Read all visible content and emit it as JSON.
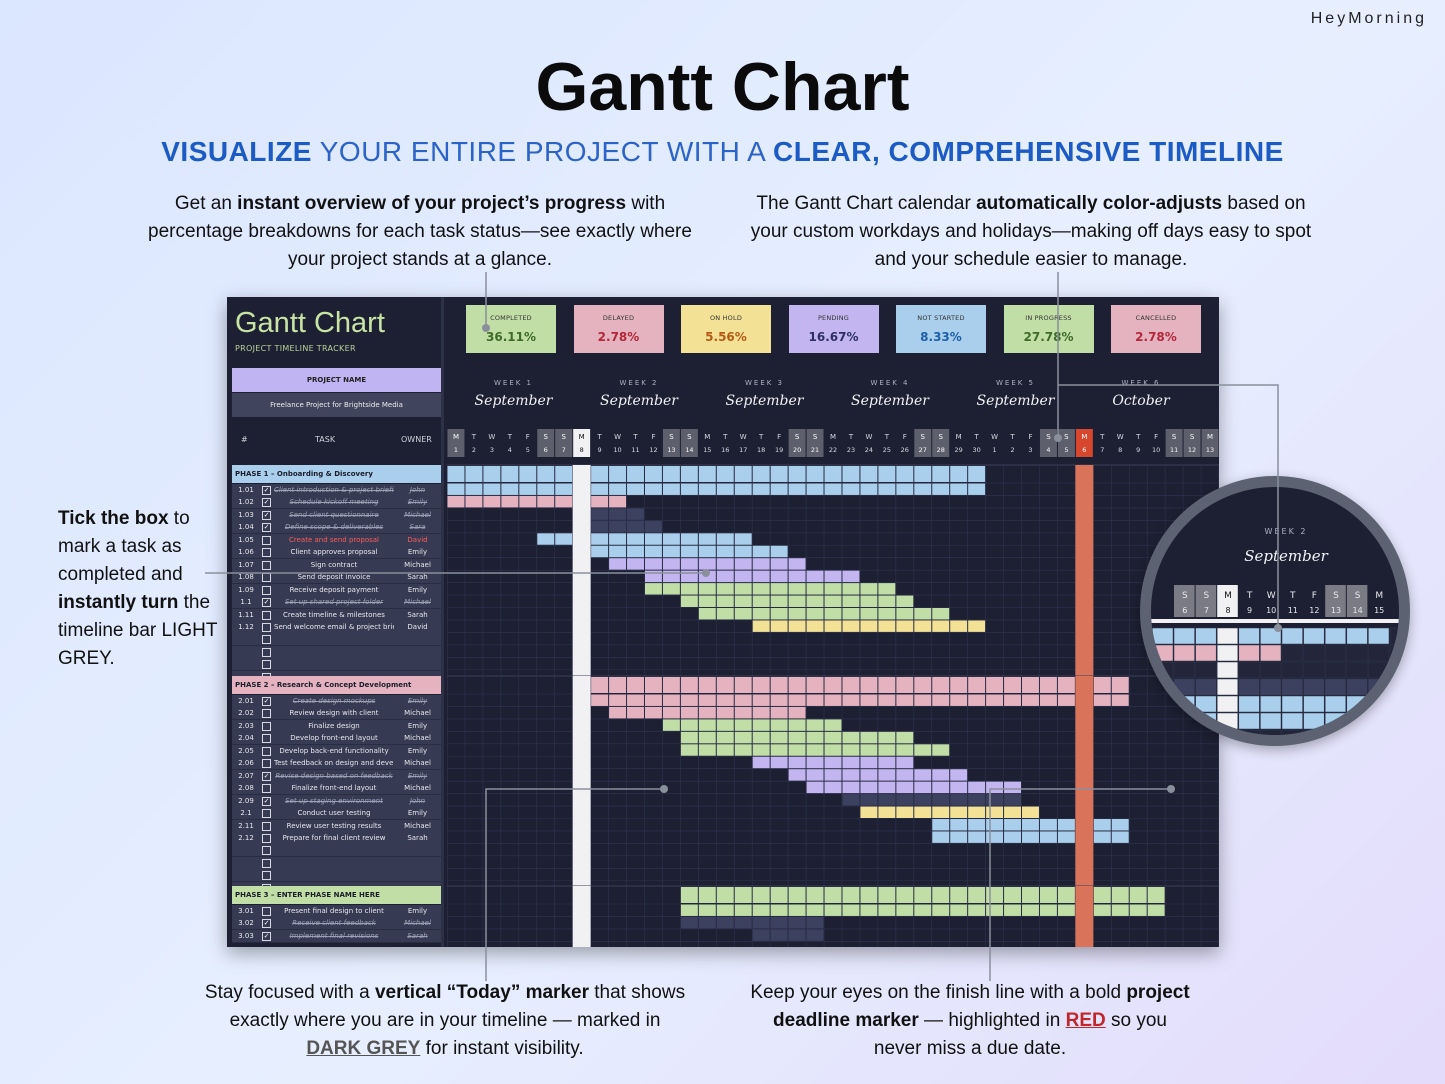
{
  "brand": "HeyMorning",
  "title": "Gantt Chart",
  "subtitle": {
    "b1": "VISUALIZE",
    "t1": " YOUR ENTIRE PROJECT WITH A ",
    "b2": "CLEAR, COMPREHENSIVE TIMELINE"
  },
  "notes": {
    "n1": {
      "a": "Get an ",
      "b": "instant overview of your project’s progress",
      "c": " with percentage breakdowns for each task status—see exactly where your project stands at a glance."
    },
    "n2": {
      "a": "The Gantt Chart calendar ",
      "b": "automatically color-adjusts",
      "c": " based on your custom workdays and holidays—making off days easy to spot and your schedule easier to manage."
    },
    "n3": {
      "a": "Tick the box",
      "b": " to mark a task as completed and ",
      "c": "instantly turn",
      "d": " the timeline bar LIGHT GREY."
    },
    "n4": {
      "a": "Stay focused with a ",
      "b": "vertical “Today” marker",
      "c": " that shows exactly where you are in your timeline — marked in ",
      "d": "DARK GREY",
      "e": " for instant visibility."
    },
    "n5": {
      "a": "Keep your eyes on the finish line with a bold ",
      "b": "project deadline marker",
      "c": " — highlighted in ",
      "d": "RED",
      "e": " so you never miss a due date."
    }
  },
  "sheet": {
    "title": "Gantt Chart",
    "subtitle": "PROJECT TIMELINE TRACKER",
    "project_label": "PROJECT NAME",
    "project_name": "Freelance Project for Brightside Media",
    "col_num": "#",
    "col_task": "TASK",
    "col_owner": "OWNER"
  },
  "statuses": [
    {
      "label": "COMPLETED",
      "value": "36.11%",
      "bg": "#c0dea5",
      "fg": "#3f6b2a"
    },
    {
      "label": "DELAYED",
      "value": "2.78%",
      "bg": "#e4b3bf",
      "fg": "#b2283a"
    },
    {
      "label": "ON HOLD",
      "value": "5.56%",
      "bg": "#f3e295",
      "fg": "#b55a16"
    },
    {
      "label": "PENDING",
      "value": "16.67%",
      "bg": "#c3b6f0",
      "fg": "#2d2f66"
    },
    {
      "label": "NOT STARTED",
      "value": "8.33%",
      "bg": "#a9cfec",
      "fg": "#1f5fa8"
    },
    {
      "label": "IN PROGRESS",
      "value": "27.78%",
      "bg": "#c0dea5",
      "fg": "#3f6b2a"
    },
    {
      "label": "CANCELLED",
      "value": "2.78%",
      "bg": "#e4b3bf",
      "fg": "#b2283a"
    }
  ],
  "weeks": [
    {
      "label": "WEEK 1",
      "month": "September"
    },
    {
      "label": "WEEK 2",
      "month": "September"
    },
    {
      "label": "WEEK 3",
      "month": "September"
    },
    {
      "label": "WEEK 4",
      "month": "September"
    },
    {
      "label": "WEEK 5",
      "month": "September"
    },
    {
      "label": "WEEK 6",
      "month": "October"
    }
  ],
  "days": {
    "letters": [
      "M",
      "T",
      "W",
      "T",
      "F",
      "S",
      "S",
      "M",
      "T",
      "W",
      "T",
      "F",
      "S",
      "S",
      "M",
      "T",
      "W",
      "T",
      "F",
      "S",
      "S",
      "M",
      "T",
      "W",
      "T",
      "F",
      "S",
      "S",
      "M",
      "T",
      "W",
      "T",
      "F",
      "S",
      "S",
      "M",
      "T",
      "W",
      "T",
      "F",
      "S",
      "S",
      "M"
    ],
    "numbers": [
      "1",
      "2",
      "3",
      "4",
      "5",
      "6",
      "7",
      "8",
      "9",
      "10",
      "11",
      "12",
      "13",
      "14",
      "15",
      "16",
      "17",
      "18",
      "19",
      "20",
      "21",
      "22",
      "23",
      "24",
      "25",
      "26",
      "27",
      "28",
      "29",
      "30",
      "1",
      "2",
      "3",
      "4",
      "5",
      "6",
      "7",
      "8",
      "9",
      "10",
      "11",
      "12",
      "13"
    ],
    "today_index": 7,
    "deadline_index": 35
  },
  "phases": [
    {
      "name": "PHASE 1 – Onboarding & Discovery",
      "color": "#a9cfec",
      "tasks": [
        {
          "num": "1.01",
          "name": "Client introduction & project briefing",
          "owner": "John",
          "done": true,
          "bar": [
            0,
            30
          ],
          "color": "#a9cfec"
        },
        {
          "num": "1.02",
          "name": "Schedule kickoff meeting",
          "owner": "Emily",
          "done": true,
          "bar": [
            0,
            10
          ],
          "color": "#e4b3bf"
        },
        {
          "num": "1.03",
          "name": "Send client questionnaire",
          "owner": "Michael",
          "done": true,
          "bar": [
            8,
            11
          ],
          "color": "#3d4160"
        },
        {
          "num": "1.04",
          "name": "Define scope & deliverables",
          "owner": "Sara",
          "done": true,
          "bar": [
            8,
            12
          ],
          "color": "#3d4160"
        },
        {
          "num": "1.05",
          "name": "Create and send proposal",
          "owner": "David",
          "red": true,
          "bar": [
            5,
            17
          ],
          "color": "#a9cfec"
        },
        {
          "num": "1.06",
          "name": "Client approves proposal",
          "owner": "Emily",
          "bar": [
            8,
            19
          ],
          "color": "#a9cfec"
        },
        {
          "num": "1.07",
          "name": "Sign contract",
          "owner": "Michael",
          "bar": [
            9,
            20
          ],
          "color": "#c3b6f0"
        },
        {
          "num": "1.08",
          "name": "Send deposit invoice",
          "owner": "Sarah",
          "bar": [
            11,
            23
          ],
          "color": "#c3b6f0"
        },
        {
          "num": "1.09",
          "name": "Receive deposit payment",
          "owner": "Emily",
          "bar": [
            11,
            25
          ],
          "color": "#c0dea5"
        },
        {
          "num": "1.1",
          "name": "Set up shared project folder",
          "owner": "Michael",
          "done": true,
          "bar": [
            13,
            26
          ],
          "color": "#c0dea5"
        },
        {
          "num": "1.11",
          "name": "Create timeline & milestones",
          "owner": "Sarah",
          "bar": [
            14,
            28
          ],
          "color": "#c0dea5"
        },
        {
          "num": "1.12",
          "name": "Send welcome email & project brief",
          "owner": "David",
          "bar": [
            17,
            30
          ],
          "color": "#f3e295"
        }
      ]
    },
    {
      "name": "PHASE 2 – Research & Concept Development",
      "color": "#e4b3bf",
      "tasks": [
        {
          "num": "2.01",
          "name": "Create design mockups",
          "owner": "Emily",
          "done": true,
          "bar": [
            8,
            38
          ],
          "color": "#e4b3bf"
        },
        {
          "num": "2.02",
          "name": "Review design with client",
          "owner": "Michael",
          "bar": [
            9,
            20
          ],
          "color": "#e4b3bf"
        },
        {
          "num": "2.03",
          "name": "Finalize design",
          "owner": "Emily",
          "bar": [
            12,
            22
          ],
          "color": "#c0dea5"
        },
        {
          "num": "2.04",
          "name": "Develop front-end layout",
          "owner": "Michael",
          "bar": [
            13,
            26
          ],
          "color": "#c0dea5"
        },
        {
          "num": "2.05",
          "name": "Develop back-end functionality",
          "owner": "Emily",
          "bar": [
            13,
            28
          ],
          "color": "#c0dea5"
        },
        {
          "num": "2.06",
          "name": "Test feedback on design and development",
          "owner": "Michael",
          "bar": [
            17,
            26
          ],
          "color": "#c3b6f0"
        },
        {
          "num": "2.07",
          "name": "Revise design based on feedback",
          "owner": "Emily",
          "done": true,
          "bar": [
            19,
            29
          ],
          "color": "#c3b6f0"
        },
        {
          "num": "2.08",
          "name": "Finalize front-end layout",
          "owner": "Michael",
          "bar": [
            20,
            32
          ],
          "color": "#c3b6f0"
        },
        {
          "num": "2.09",
          "name": "Set up staging environment",
          "owner": "John",
          "done": true,
          "bar": [
            22,
            32
          ],
          "color": "#3d4160"
        },
        {
          "num": "2.1",
          "name": "Conduct user testing",
          "owner": "Emily",
          "bar": [
            23,
            33
          ],
          "color": "#f3e295"
        },
        {
          "num": "2.11",
          "name": "Review user testing results",
          "owner": "Michael",
          "bar": [
            27,
            38
          ],
          "color": "#a9cfec"
        },
        {
          "num": "2.12",
          "name": "Prepare for final client review",
          "owner": "Sarah",
          "bar": [
            27,
            38
          ],
          "color": "#a9cfec"
        }
      ]
    },
    {
      "name": "PHASE 3 – ENTER PHASE NAME HERE",
      "color": "#c0dea5",
      "tasks": [
        {
          "num": "3.01",
          "name": "Present final design to client",
          "owner": "Emily",
          "bar": [
            13,
            40
          ],
          "color": "#c0dea5"
        },
        {
          "num": "3.02",
          "name": "Receive client feedback",
          "owner": "Michael",
          "done": true,
          "bar": [
            13,
            21
          ],
          "color": "#3d4160"
        },
        {
          "num": "3.03",
          "name": "Implement final revisions",
          "owner": "Sarah",
          "done": true,
          "bar": [
            17,
            21
          ],
          "color": "#3d4160"
        }
      ]
    }
  ],
  "zoom": {
    "week_label": "WEEK 2",
    "month": "September",
    "letters": [
      "S",
      "S",
      "M",
      "T",
      "W",
      "T",
      "F",
      "S",
      "S",
      "M"
    ],
    "numbers": [
      "6",
      "7",
      "8",
      "9",
      "10",
      "11",
      "12",
      "13",
      "14",
      "15"
    ]
  }
}
